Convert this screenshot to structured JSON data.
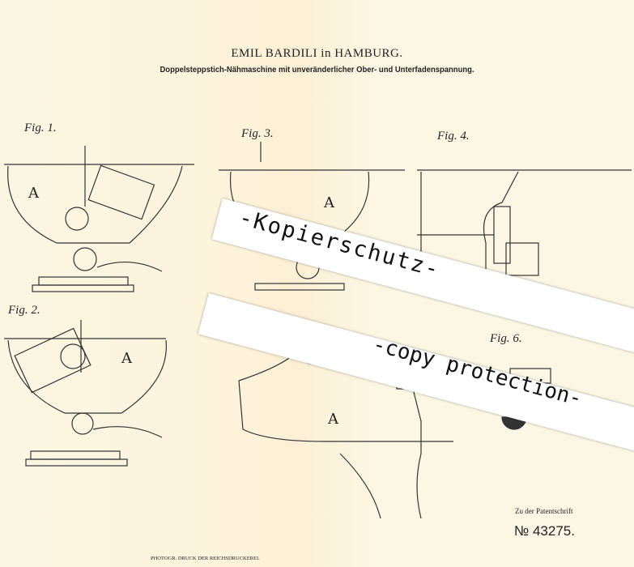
{
  "title": "EMIL BARDILI in HAMBURG.",
  "subtitle": "Doppelsteppstich-Nähmaschine mit unveränderlicher Ober- und Unterfadenspannung.",
  "figures": [
    "Fig. 1.",
    "Fig. 2.",
    "Fig. 3.",
    "Fig. 4.",
    "Fig. 6."
  ],
  "footer": "PHOTOGR. DRUCK DER REICHSDRUCKEREI.",
  "patent_ref": "Zu der Patentschrift",
  "patent_number": "№ 43275.",
  "watermark": {
    "line1": "-Kopierschutz-",
    "line2": "-copy protection-"
  },
  "labels": {
    "A": "A"
  }
}
